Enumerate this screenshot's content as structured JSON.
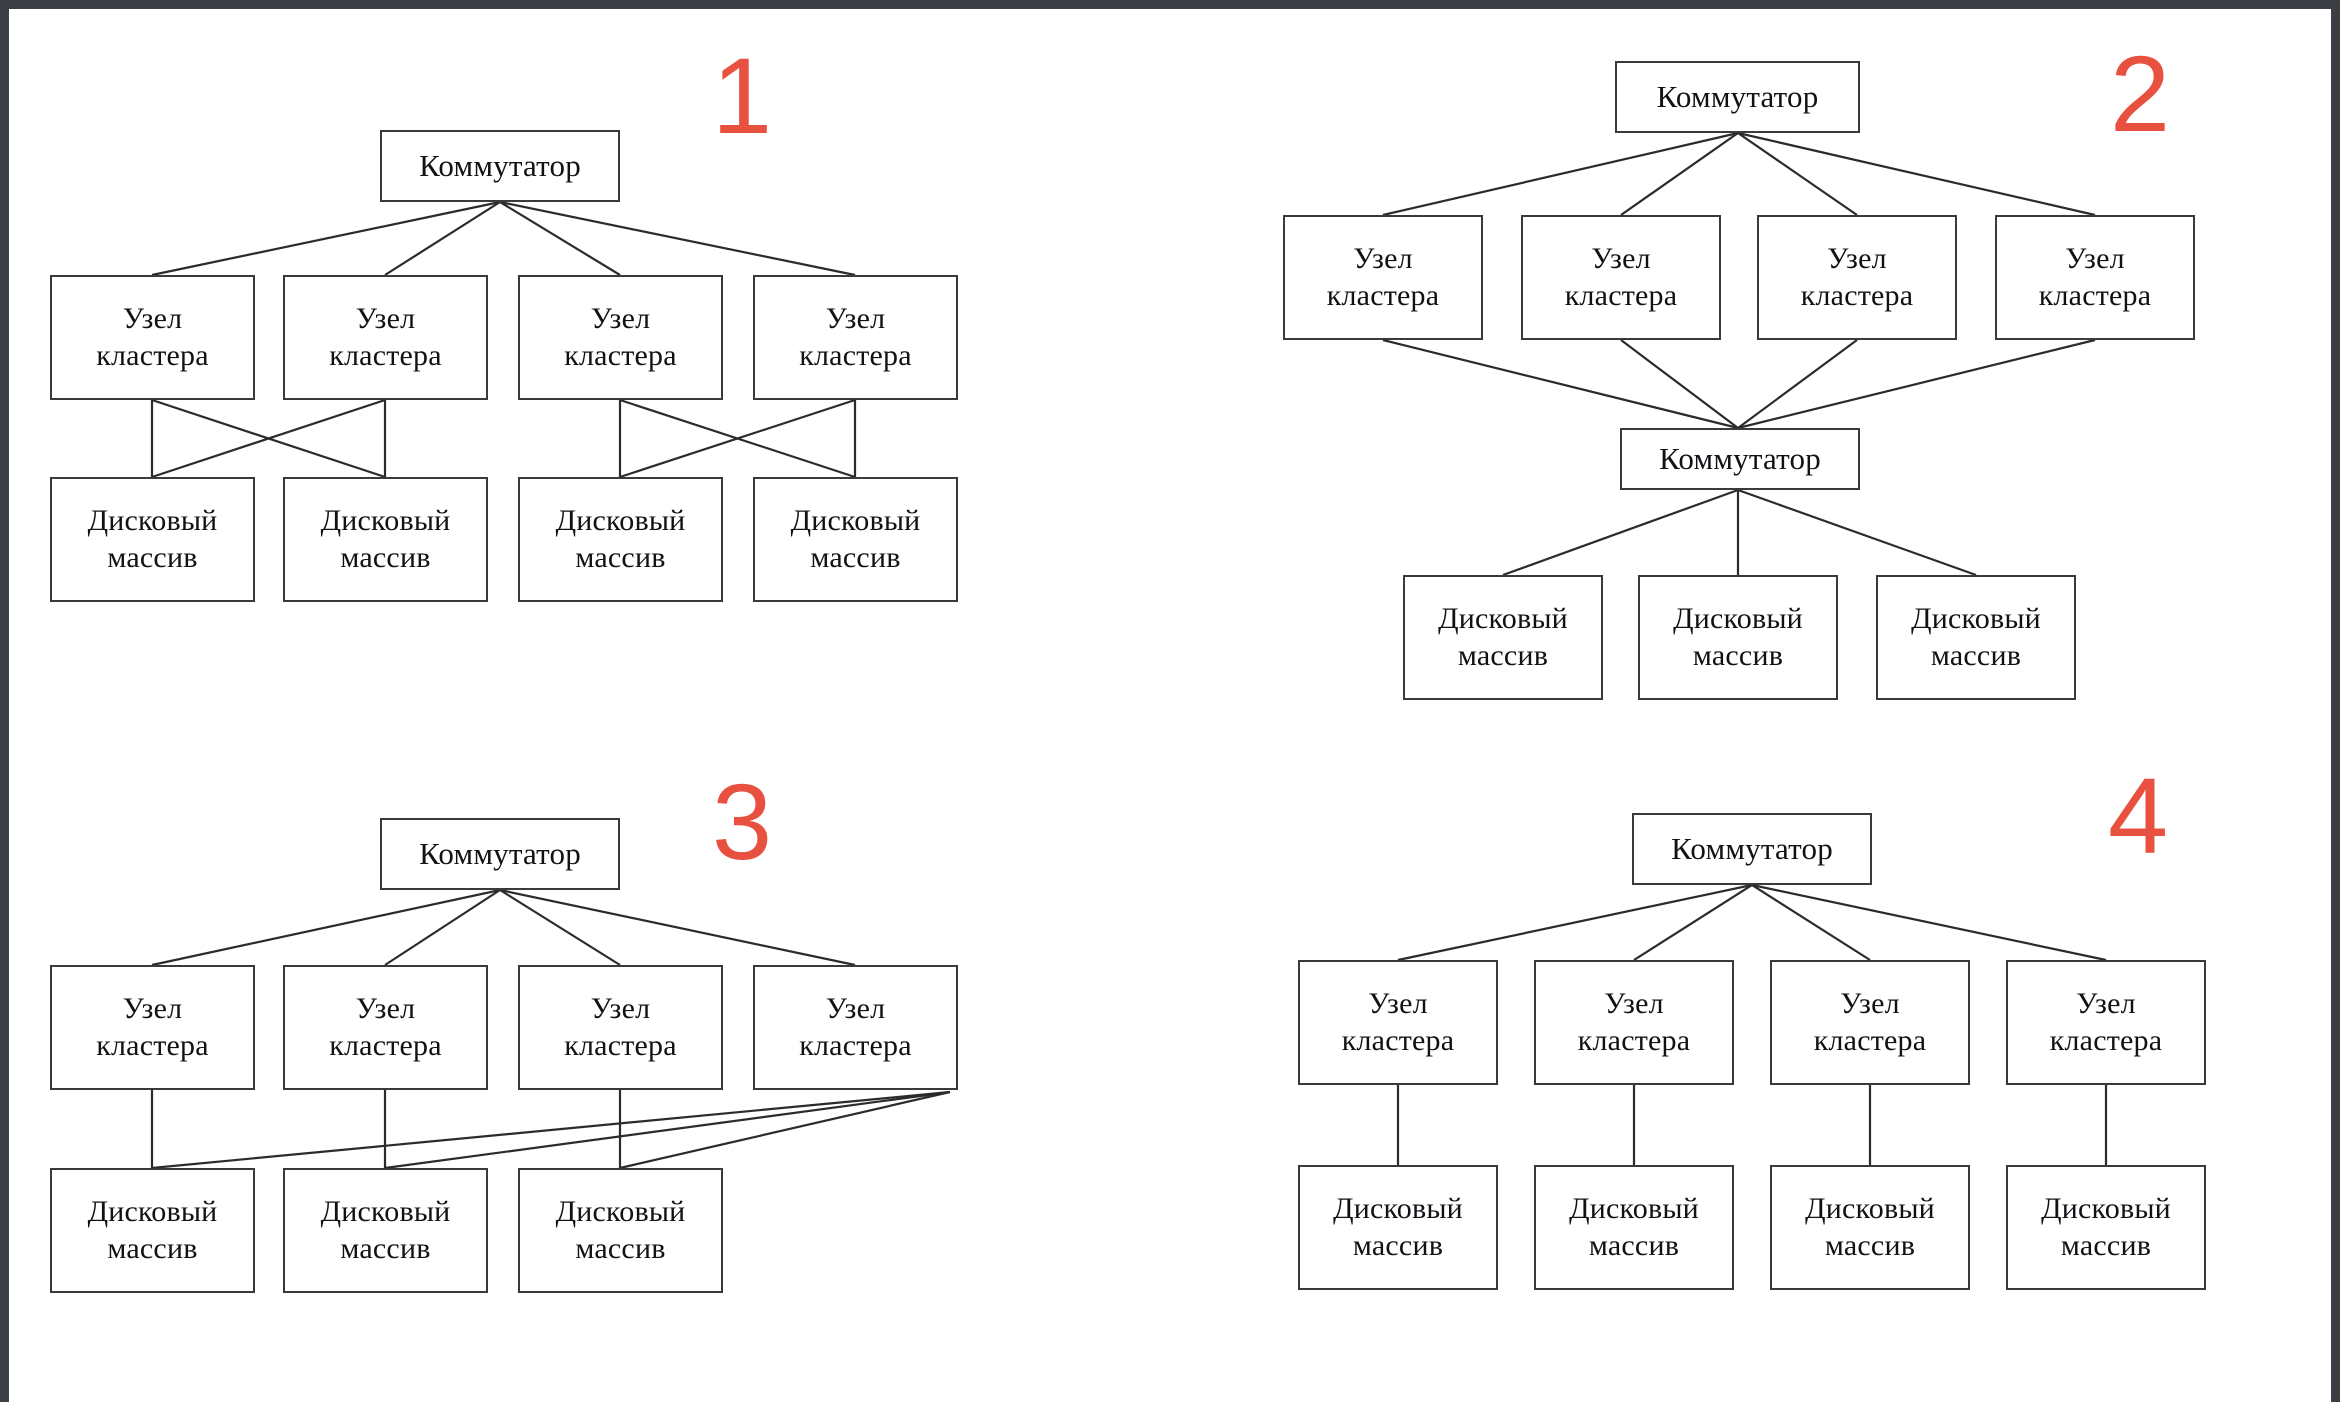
{
  "page": {
    "background": "#ffffff",
    "frame_color": "#3b3e43",
    "accent_color": "#e8503f",
    "line_color": "#2b2b2b"
  },
  "labels": {
    "switch": "Коммутатор",
    "cluster_node_line1": "Узел",
    "cluster_node_line2": "кластера",
    "disk_array_line1": "Дисковый",
    "disk_array_line2": "массив"
  },
  "panels": [
    {
      "number": "1",
      "description": "Коммутатор сверху, четыре узла кластера, четыре дисковых массива с перекрёстным подключением попарно",
      "switches": 1,
      "cluster_nodes": 4,
      "disk_arrays": 4
    },
    {
      "number": "2",
      "description": "Коммутатор сверху, четыре узла кластера, второй коммутатор, три дисковых массива",
      "switches": 2,
      "cluster_nodes": 4,
      "disk_arrays": 3
    },
    {
      "number": "3",
      "description": "Коммутатор сверху, четыре узла кластера, три дисковых массива, четвёртый узел подключён ко всем массивам",
      "switches": 1,
      "cluster_nodes": 4,
      "disk_arrays": 3
    },
    {
      "number": "4",
      "description": "Коммутатор сверху, четыре узла кластера, каждый со своим дисковым массивом",
      "switches": 1,
      "cluster_nodes": 4,
      "disk_arrays": 4
    }
  ]
}
